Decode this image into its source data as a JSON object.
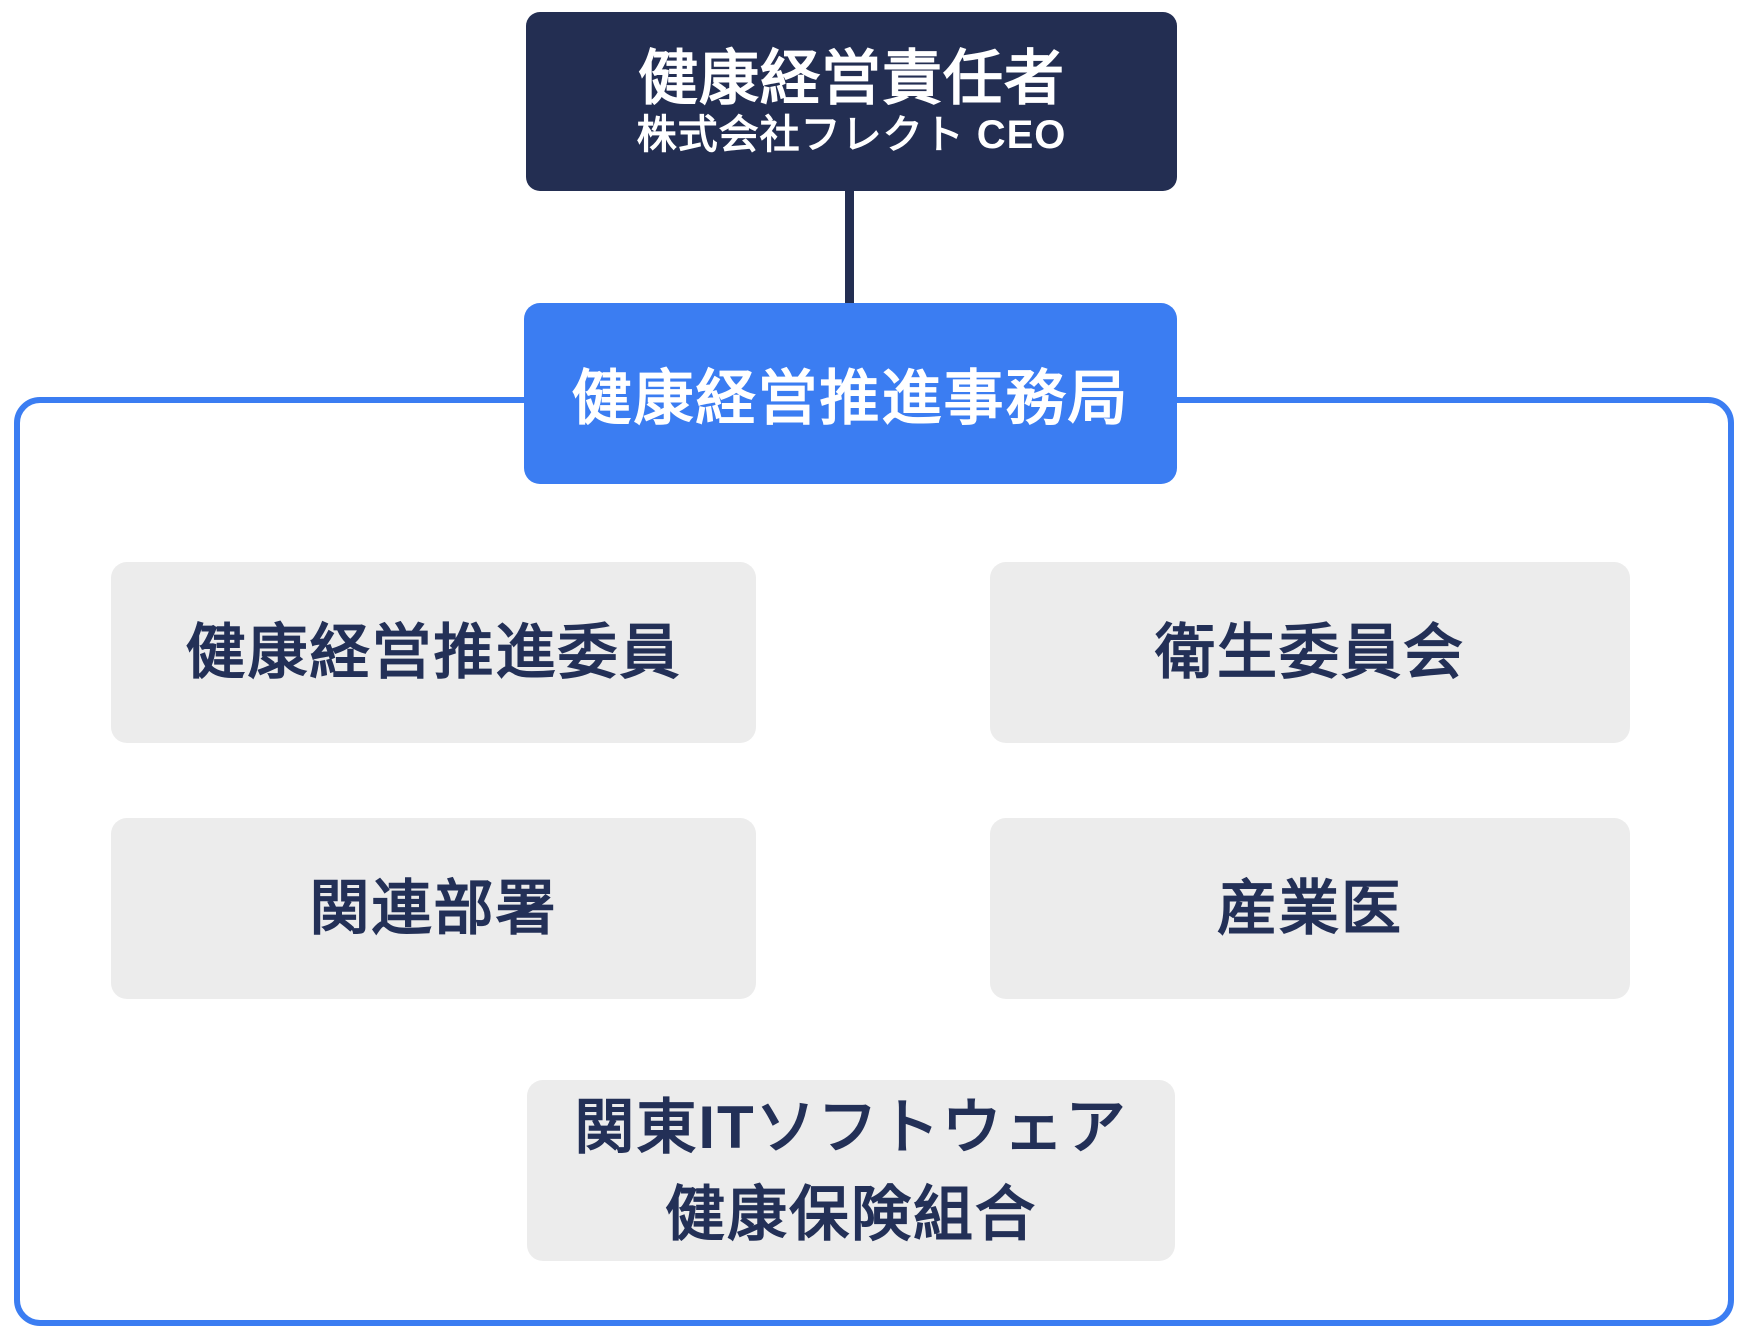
{
  "org_chart": {
    "top_node": {
      "title": "健康経営責任者",
      "subtitle": "株式会社フレクト CEO"
    },
    "office_node": {
      "label": "健康経営推進事務局"
    },
    "members": [
      {
        "lines": [
          "健康経営推進委員"
        ]
      },
      {
        "lines": [
          "衛生委員会"
        ]
      },
      {
        "lines": [
          "関連部署"
        ]
      },
      {
        "lines": [
          "産業医"
        ]
      },
      {
        "lines": [
          "関東ITソフトウェア",
          "健康保険組合"
        ]
      }
    ]
  },
  "colors": {
    "navy": "#232e52",
    "blue": "#3b7df2",
    "border-blue": "#3b7df2",
    "gray": "#ececec",
    "text-navy": "#233057"
  }
}
